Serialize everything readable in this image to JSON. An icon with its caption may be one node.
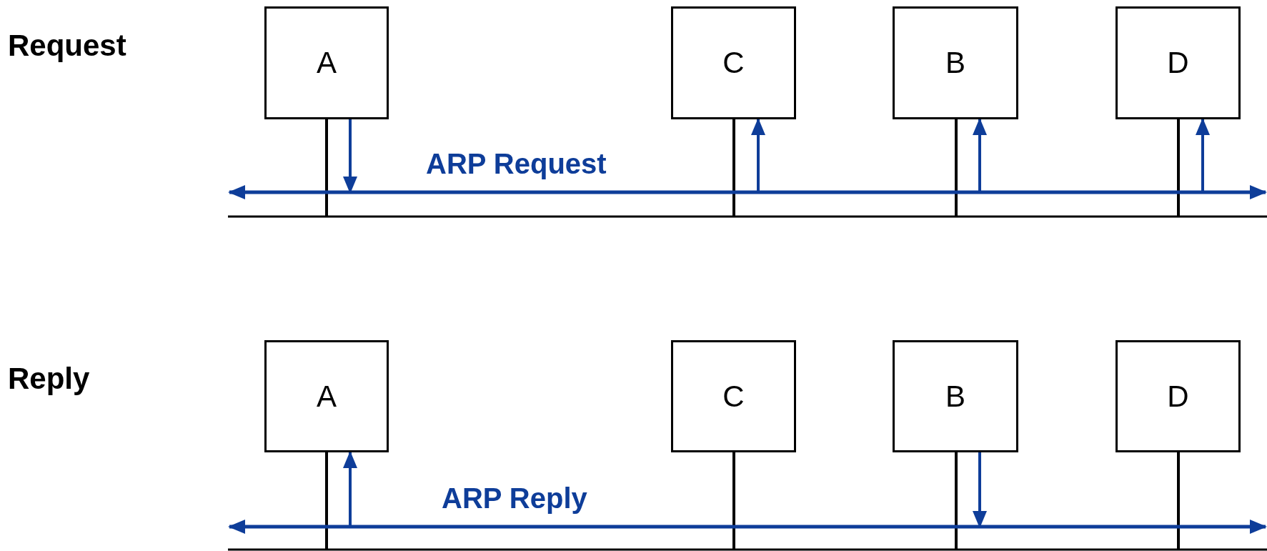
{
  "diagram": {
    "nodes": [
      {
        "text": [
          "A"
        ]
      },
      {
        "text": [
          "C"
        ]
      },
      {
        "text": [
          "B"
        ]
      },
      {
        "text": [
          "D"
        ]
      },
      {
        "text": [],
        "shape": "bar"
      },
      {
        "text": [],
        "shape": "bar",
        "beside": [
          "ARP Request"
        ]
      },
      {
        "text": [
          "A"
        ]
      },
      {
        "text": [
          "C"
        ]
      },
      {
        "text": [
          "B"
        ]
      },
      {
        "text": [
          "D"
        ]
      },
      {
        "text": [],
        "shape": "bar"
      },
      {
        "text": [],
        "shape": "bar",
        "beside": [
          "ARP Reply"
        ]
      }
    ],
    "edges": [
      {
        "from": 0,
        "to": 4,
        "arrow": "none"
      },
      {
        "from": 1,
        "to": 4,
        "arrow": "none"
      },
      {
        "from": 2,
        "to": 4,
        "arrow": "none"
      },
      {
        "from": 3,
        "to": 4,
        "arrow": "none"
      },
      {
        "from": 0,
        "to": 5,
        "arrow": "to",
        "color": "#0e3d99"
      },
      {
        "from": 5,
        "to": 1,
        "arrow": "to",
        "color": "#0e3d99"
      },
      {
        "from": 5,
        "to": 2,
        "arrow": "to",
        "color": "#0e3d99"
      },
      {
        "from": 5,
        "to": 3,
        "arrow": "to",
        "color": "#0e3d99"
      },
      {
        "from": 6,
        "to": 10,
        "arrow": "none"
      },
      {
        "from": 7,
        "to": 10,
        "arrow": "none"
      },
      {
        "from": 8,
        "to": 10,
        "arrow": "none"
      },
      {
        "from": 9,
        "to": 10,
        "arrow": "none"
      },
      {
        "from": 11,
        "to": 6,
        "arrow": "to",
        "color": "#0e3d99"
      },
      {
        "from": 8,
        "to": 11,
        "arrow": "to",
        "color": "#0e3d99"
      }
    ],
    "labels": [
      "Request",
      "Reply"
    ]
  }
}
